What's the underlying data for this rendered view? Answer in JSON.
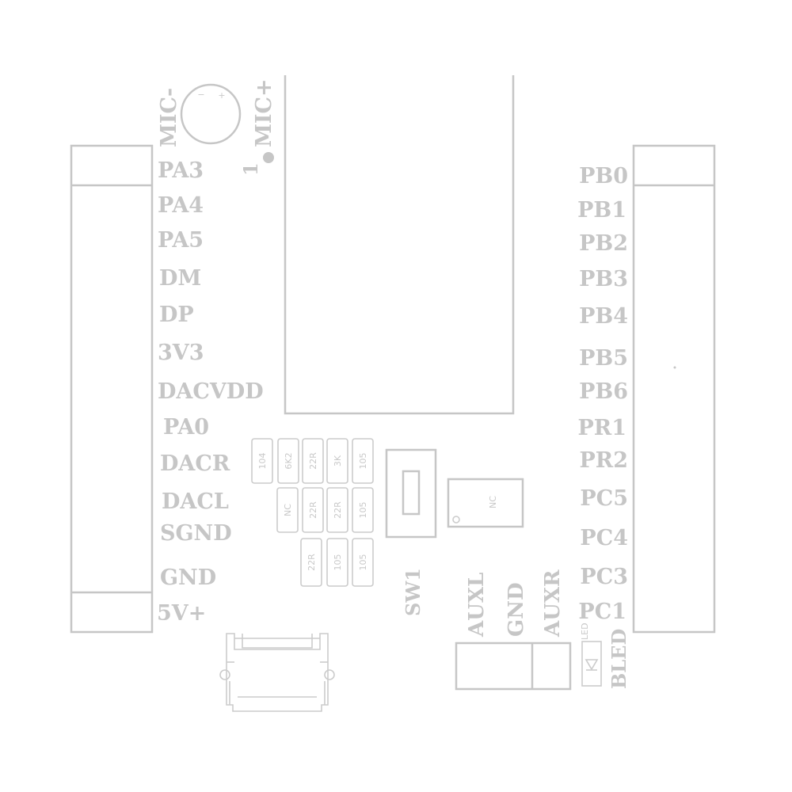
{
  "colors": {
    "ink": "#c6c6c6",
    "background": "#ffffff"
  },
  "left_header": {
    "pins": [
      "PA3",
      "PA4",
      "PA5",
      "DM",
      "DP",
      "3V3",
      "DACVDD",
      "PA0",
      "DACR",
      "DACL",
      "SGND",
      "GND",
      "5V+"
    ]
  },
  "right_header": {
    "pins": [
      "PB0",
      "PB1",
      "PB2",
      "PB3",
      "PB4",
      "PB5",
      "PB6",
      "PR1",
      "PR2",
      "PC5",
      "PC4",
      "PC3",
      "PC1"
    ]
  },
  "mic": {
    "minus_label": "MIC-",
    "plus_label": "MIC+",
    "pin1_label": "1",
    "minus_sign": "−",
    "plus_sign": "+"
  },
  "resistors": {
    "row1": [
      "104",
      "6K2",
      "22R",
      "3K",
      "105"
    ],
    "row2": [
      "NC",
      "22R",
      "22R",
      "105"
    ],
    "row3": [
      "22R",
      "105",
      "105"
    ]
  },
  "switch": {
    "label": "SW1"
  },
  "nc_chip": {
    "label": "NC"
  },
  "aux": {
    "left_label": "AUXL",
    "gnd_label": "GND",
    "right_label": "AUXR"
  },
  "led": {
    "small_label": "LED",
    "label": "BLED"
  }
}
